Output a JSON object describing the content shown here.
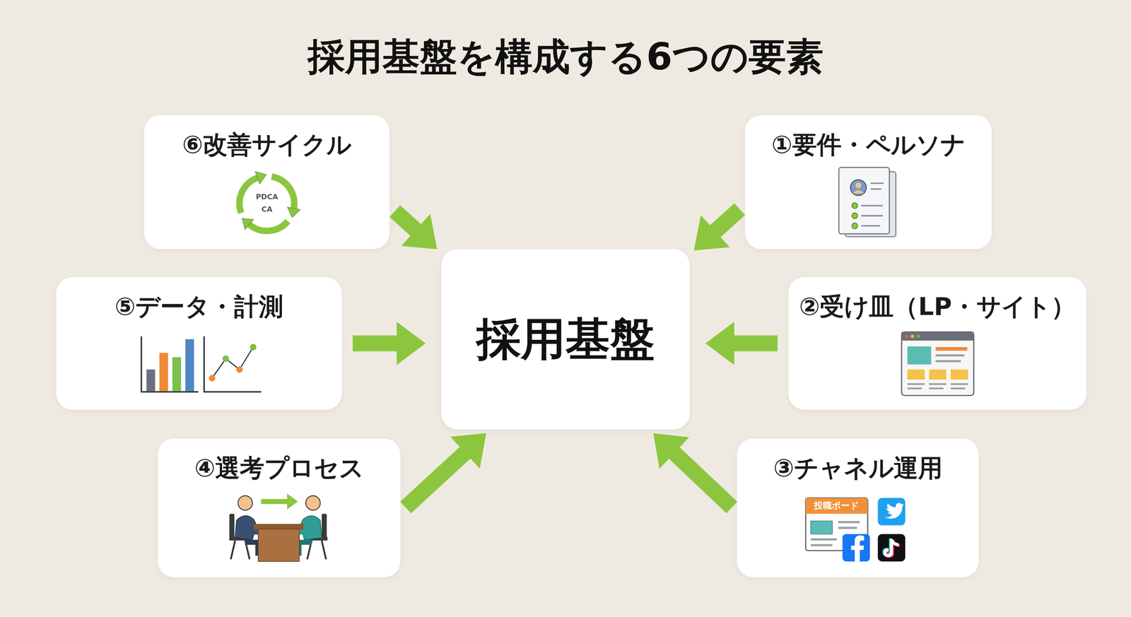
{
  "diagram": {
    "title": "採用基盤を構成する6つの要素",
    "nodes": [
      {
        "text": [
          "①要件・ペルソナ"
        ]
      },
      {
        "text": [
          "②受け皿（LP・サイト）"
        ]
      },
      {
        "text": [
          "③チャネル運用"
        ]
      },
      {
        "text": [
          "④選考プロセス"
        ]
      },
      {
        "text": [
          "⑤データ・計測"
        ]
      },
      {
        "text": [
          "⑥改善サイクル"
        ]
      },
      {
        "text": [
          "採用基盤"
        ]
      }
    ],
    "edges": [
      {
        "from": 0,
        "to": 6,
        "arrow": "to"
      },
      {
        "from": 1,
        "to": 6,
        "arrow": "to"
      },
      {
        "from": 2,
        "to": 6,
        "arrow": "to"
      },
      {
        "from": 3,
        "to": 6,
        "arrow": "to"
      },
      {
        "from": 4,
        "to": 6,
        "arrow": "to"
      },
      {
        "from": 5,
        "to": 6,
        "arrow": "to"
      }
    ],
    "labels": [
      "PDCA",
      "CA",
      "投職ボード"
    ]
  }
}
